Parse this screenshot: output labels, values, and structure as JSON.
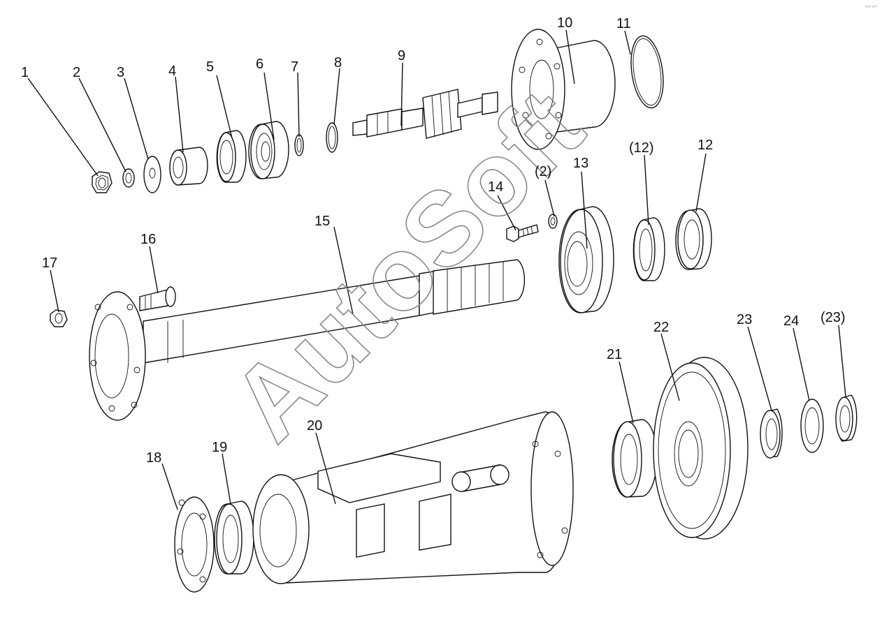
{
  "watermark": "AutoSoft",
  "corner_mark": "ᵃᵘᵗᵒ ˢᵒᶠᵗ",
  "labels": {
    "l1": "1",
    "l2": "2",
    "l3": "3",
    "l4": "4",
    "l5": "5",
    "l6": "6",
    "l7": "7",
    "l8": "8",
    "l9": "9",
    "l10": "10",
    "l11": "11",
    "l12a": "(12)",
    "l12": "12",
    "l13": "13",
    "l14": "14",
    "l2b": "(2)",
    "l15": "15",
    "l16": "16",
    "l17": "17",
    "l18": "18",
    "l19": "19",
    "l20": "20",
    "l21": "21",
    "l22": "22",
    "l23": "23",
    "l24": "24",
    "l23b": "(23)"
  }
}
